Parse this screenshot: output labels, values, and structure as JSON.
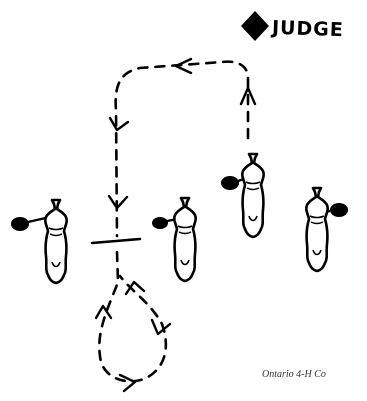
{
  "judge": {
    "label": "JUDGE",
    "marker_icon": "diamond-icon"
  },
  "credit": {
    "text": "Ontario 4-H Co"
  },
  "figure": {
    "animals_count": 4,
    "ink_color": "#000000",
    "background_color": "#ffffff",
    "icons": [
      "diamond-icon",
      "animal-topview-icon",
      "arrow-icon",
      "turn-loop-icon",
      "stop-mark-icon"
    ]
  }
}
